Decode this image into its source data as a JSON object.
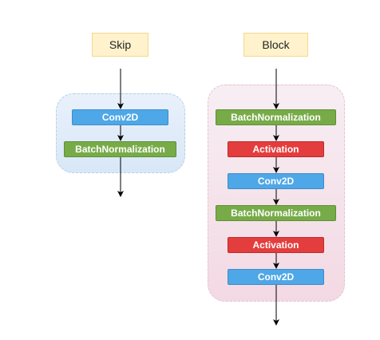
{
  "skip": {
    "title": "Skip",
    "nodes": [
      {
        "label": "Conv2D"
      },
      {
        "label": "BatchNormalization"
      }
    ]
  },
  "block": {
    "title": "Block",
    "nodes": [
      {
        "label": "BatchNormalization"
      },
      {
        "label": "Activation"
      },
      {
        "label": "Conv2D"
      },
      {
        "label": "BatchNormalization"
      },
      {
        "label": "Activation"
      },
      {
        "label": "Conv2D"
      }
    ]
  },
  "colors": {
    "conv": "#4ea7e6",
    "batchnorm": "#77ab48",
    "activation": "#e43d3d",
    "header_fill": "#fff2cc"
  }
}
